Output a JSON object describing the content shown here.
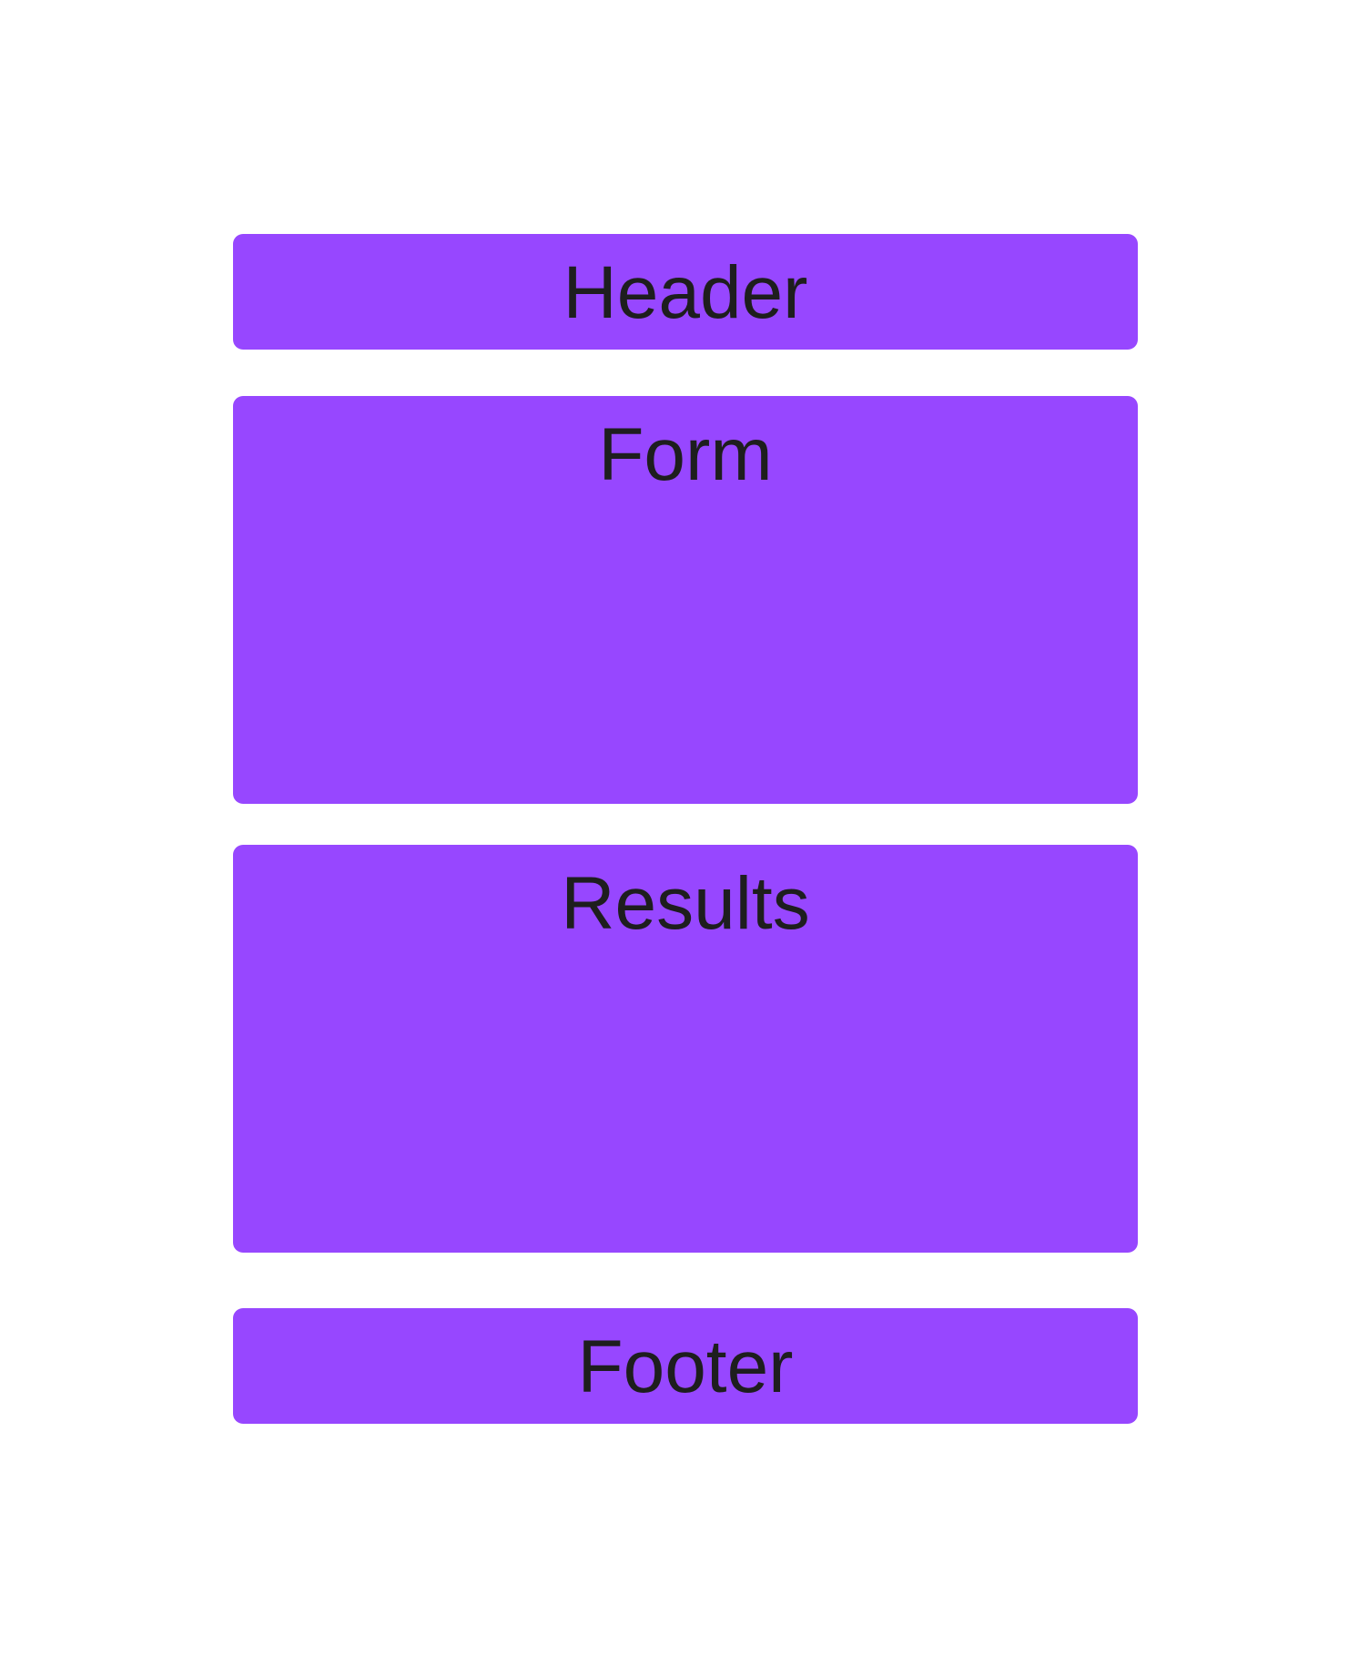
{
  "colors": {
    "block_fill": "#9747ff",
    "label_text": "#1e1e1e",
    "background": "#ffffff"
  },
  "blocks": {
    "header": {
      "label": "Header"
    },
    "form": {
      "label": "Form"
    },
    "results": {
      "label": "Results"
    },
    "footer": {
      "label": "Footer"
    }
  }
}
